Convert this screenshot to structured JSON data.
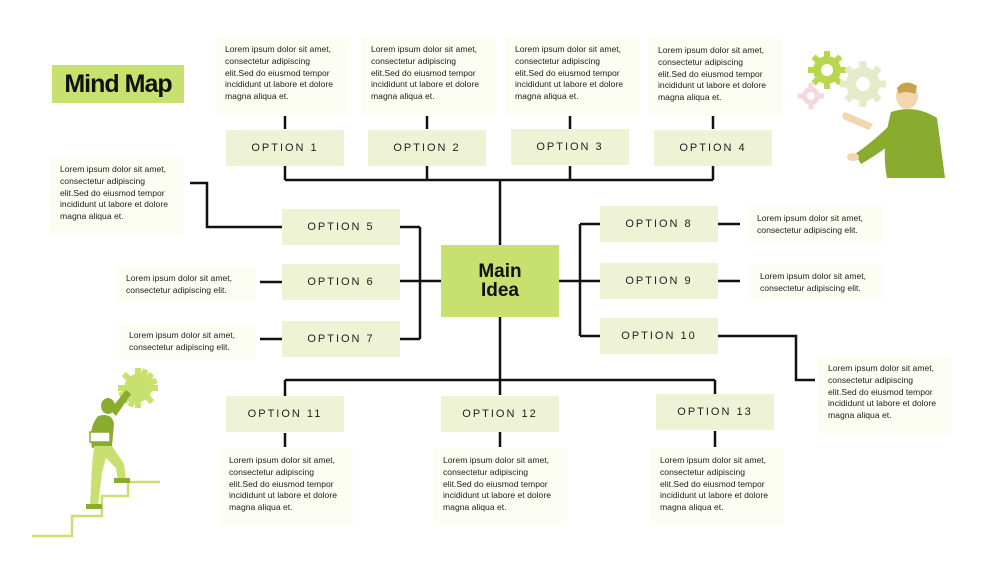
{
  "title": "Mind Map",
  "main_idea": "Main\nIdea",
  "options": [
    "OPTION 1",
    "OPTION 2",
    "OPTION 3",
    "OPTION 4",
    "OPTION 5",
    "OPTION 6",
    "OPTION 7",
    "OPTION 8",
    "OPTION 9",
    "OPTION 10",
    "OPTION 11",
    "OPTION 12",
    "OPTION 13"
  ],
  "notes": {
    "long": "Lorem ipsum dolor sit amet, consectetur adipiscing elit.Sed do eiusmod tempor incididunt ut labore et dolore magna aliqua et.",
    "short": "Lorem ipsum dolor sit amet, consectetur adipiscing elit."
  },
  "colors": {
    "accent": "#c8e06d",
    "box": "#eef3d6",
    "note_bg": "#fcfdf3",
    "figure": "#8aac2e"
  },
  "illustrations": [
    "person-with-gears",
    "person-climbing-stairs-with-gear"
  ]
}
